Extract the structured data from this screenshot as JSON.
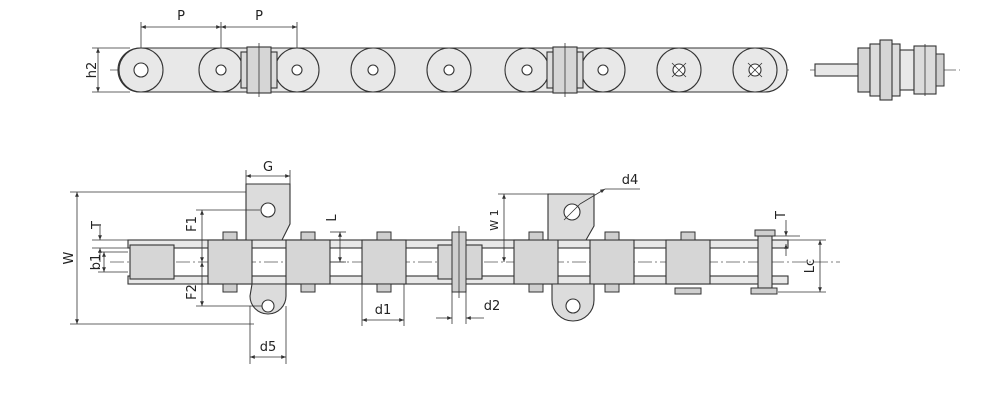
{
  "diagram": {
    "labels": {
      "pitch_a": "P",
      "pitch_b": "P",
      "h2": "h2",
      "G": "G",
      "d4": "d4",
      "T_left": "T",
      "T_right": "T",
      "F1": "F1",
      "F2": "F2",
      "W": "W",
      "W1": "W 1",
      "L": "L",
      "Lc": "Lc",
      "b1": "b1",
      "d1": "d1",
      "d2": "d2",
      "d5": "d5"
    }
  }
}
